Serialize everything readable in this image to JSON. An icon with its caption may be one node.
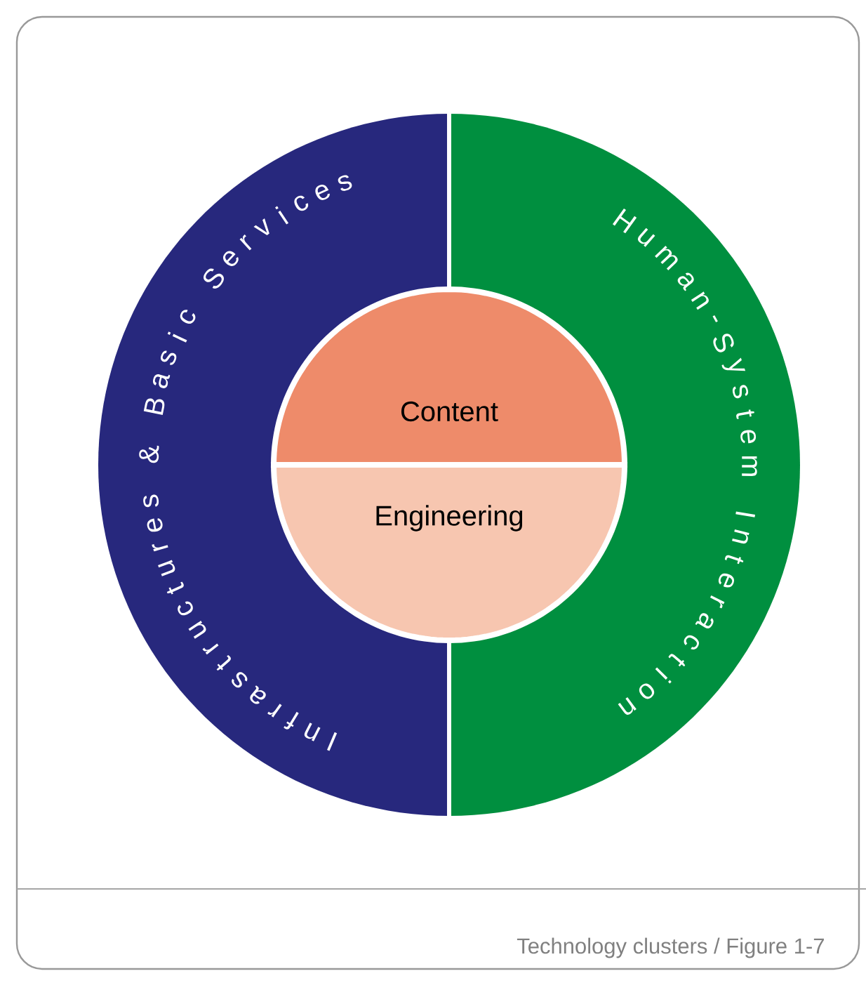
{
  "diagram": {
    "caption": "Technology clusters / Figure 1-7",
    "nodes": [
      {
        "text": [
          "Infrastructures & Basic Services"
        ]
      },
      {
        "text": [
          "Human-System Interaction"
        ]
      },
      {
        "text": [
          "Content"
        ]
      },
      {
        "text": [
          "Engineering"
        ]
      }
    ]
  }
}
